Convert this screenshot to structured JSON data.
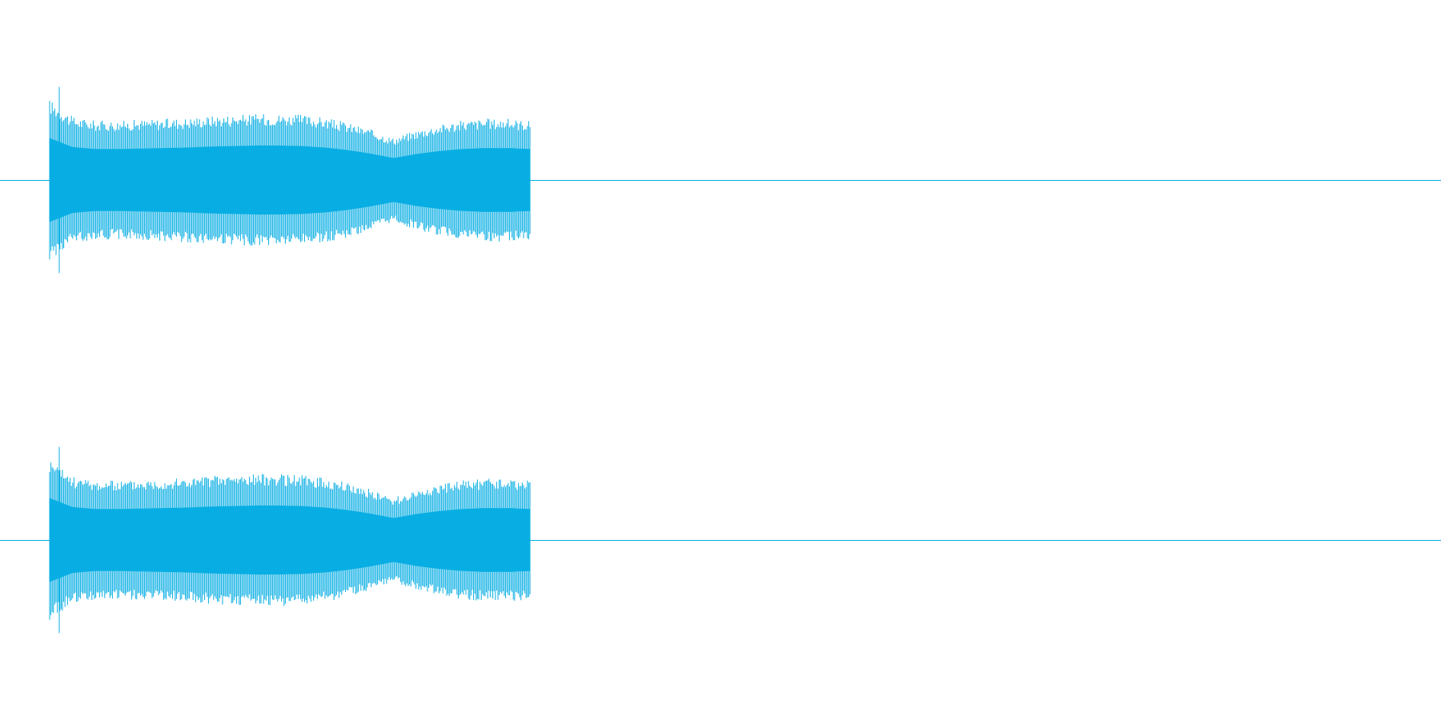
{
  "waveform": {
    "color": "#08aee3",
    "channel_count": 2,
    "channels": [
      {
        "id": "channel-1",
        "envelope": [
          0.84,
          0.66,
          0.62,
          0.62,
          0.63,
          0.64,
          0.65,
          0.67,
          0.68,
          0.69,
          0.69,
          0.68,
          0.65,
          0.6,
          0.53,
          0.44,
          0.52,
          0.58,
          0.62,
          0.64,
          0.64,
          0.62
        ]
      },
      {
        "id": "channel-2",
        "envelope": [
          0.84,
          0.66,
          0.62,
          0.62,
          0.63,
          0.64,
          0.65,
          0.67,
          0.68,
          0.69,
          0.69,
          0.68,
          0.65,
          0.6,
          0.53,
          0.44,
          0.52,
          0.58,
          0.62,
          0.64,
          0.64,
          0.62
        ]
      }
    ]
  }
}
